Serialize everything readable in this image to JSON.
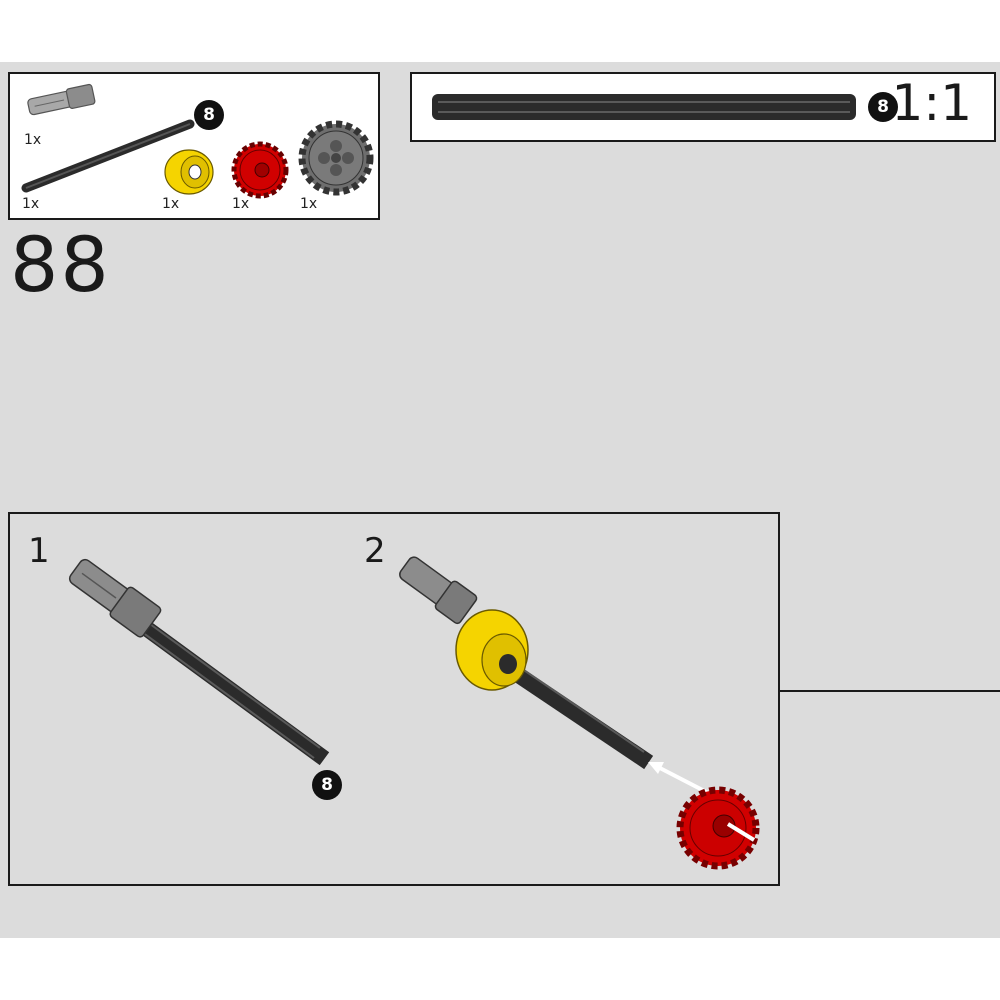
{
  "step": {
    "number": "88"
  },
  "parts_list": {
    "items": [
      {
        "name": "grey-axle-pin-with-friction",
        "qty": "1x"
      },
      {
        "name": "black-axle-8",
        "qty": "1x",
        "length_badge": "8"
      },
      {
        "name": "yellow-bush",
        "qty": "1x"
      },
      {
        "name": "red-gear-16-tooth",
        "qty": "1x"
      },
      {
        "name": "grey-gear-24-tooth",
        "qty": "1x"
      }
    ]
  },
  "scale_reference": {
    "length_badge": "8",
    "scale_label": "1:1"
  },
  "sub_steps": [
    {
      "number": "1",
      "length_badge": "8"
    },
    {
      "number": "2"
    }
  ],
  "colors": {
    "background": "#dcdcdc",
    "axle": "#2b2b2b",
    "pin_grey": "#8c8c8c",
    "bush_yellow": "#f5d400",
    "gear_red": "#d10000",
    "gear_grey": "#6e6e6e"
  }
}
